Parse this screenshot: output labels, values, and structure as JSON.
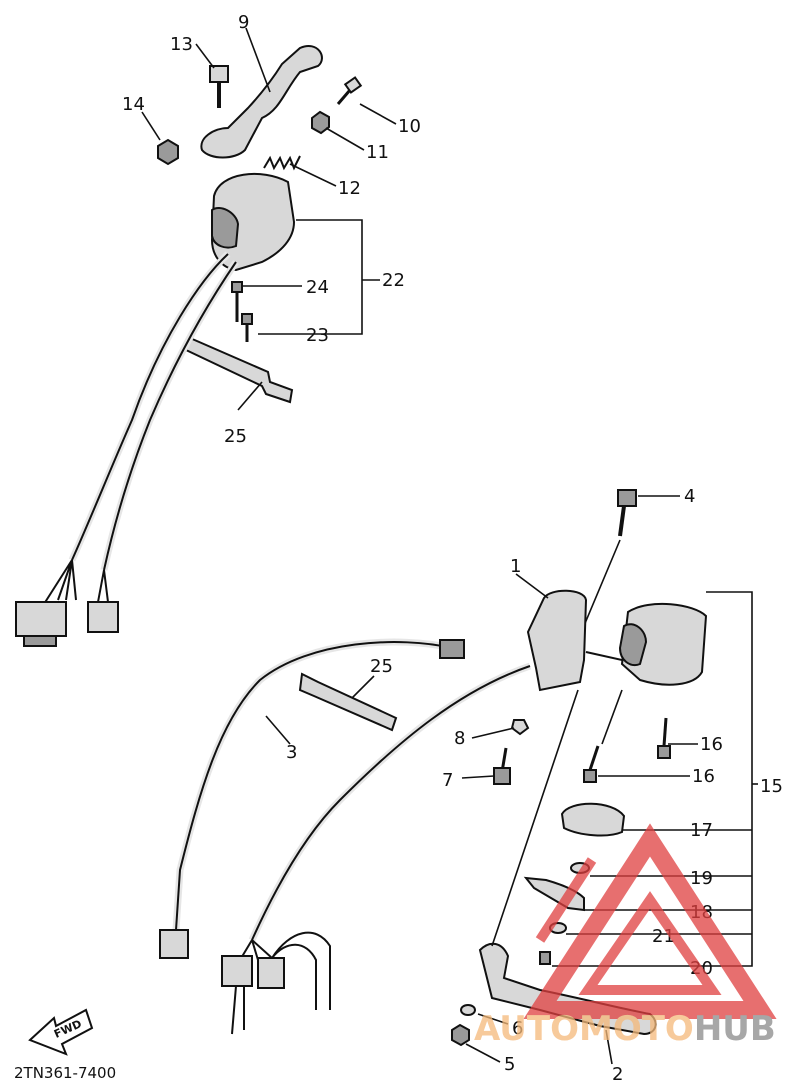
{
  "diagram": {
    "part_numbers": {
      "p1": "1",
      "p2": "2",
      "p3": "3",
      "p4": "4",
      "p5": "5",
      "p6": "6",
      "p7": "7",
      "p8": "8",
      "p9": "9",
      "p10": "10",
      "p11": "11",
      "p12": "12",
      "p13": "13",
      "p14": "14",
      "p15": "15",
      "p16a": "16",
      "p16b": "16",
      "p17": "17",
      "p18": "18",
      "p19": "19",
      "p20": "20",
      "p21": "21",
      "p22": "22",
      "p23": "23",
      "p24": "24",
      "p25a": "25",
      "p25b": "25"
    },
    "direction_arrow": "FWD",
    "document_number": "2TN361-7400"
  },
  "watermark": {
    "part1": "AUTO",
    "part2": "MOTO",
    "part3": "HUB",
    "colors": {
      "auto": "#f5b97a",
      "moto": "#f5b97a",
      "hub": "#8a8a8a",
      "triangle": "#e04040"
    }
  }
}
